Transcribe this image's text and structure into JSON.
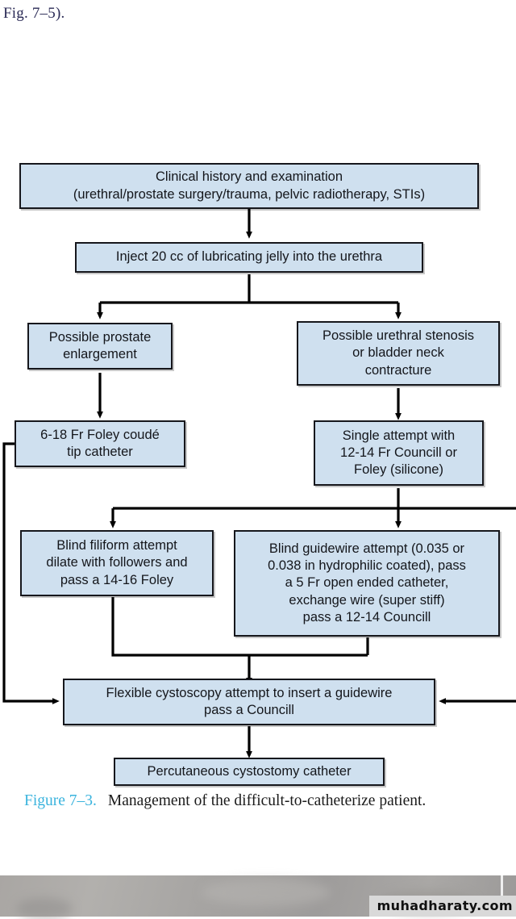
{
  "running_text": "Fig. 7–5).",
  "caption": {
    "figure_number": "Figure 7–3.",
    "text": "Management of the difficult-to-catheterize patient.",
    "figno_color": "#3ab3dd"
  },
  "watermark": {
    "text": "muhadharaty.com"
  },
  "style": {
    "node_fill": "#cfe0ef",
    "node_border": "#16171c",
    "connector_color": "#000000"
  },
  "chart_data": {
    "type": "diagram",
    "title": "Management of the difficult-to-catheterize patient",
    "nodes": [
      {
        "id": "n1",
        "label": "Clinical history and examination\n(urethral/prostate surgery/trauma, pelvic radiotherapy, STIs)",
        "line1": "Clinical history and examination",
        "line2": "(urethral/prostate surgery/trauma, pelvic radiotherapy, STIs)"
      },
      {
        "id": "n2",
        "label": "Inject 20 cc of lubricating jelly into the urethra",
        "line1": "Inject 20 cc of lubricating jelly into the urethra"
      },
      {
        "id": "n3",
        "label": "Possible prostate enlargement",
        "line1": "Possible prostate",
        "line2": "enlargement"
      },
      {
        "id": "n4",
        "label": "Possible urethral stenosis or bladder neck contracture",
        "line1": "Possible urethral stenosis",
        "line2": "or bladder neck",
        "line3": "contracture"
      },
      {
        "id": "n5",
        "label": "6-18 Fr Foley coudé tip catheter",
        "line1": "6-18 Fr Foley coudé",
        "line2": "tip catheter"
      },
      {
        "id": "n6",
        "label": "Single attempt with 12-14 Fr Councill or Foley (silicone)",
        "line1": "Single attempt with",
        "line2": "12-14 Fr Councill or",
        "line3": "Foley (silicone)"
      },
      {
        "id": "n7",
        "label": "Blind filiform attempt dilate with followers and pass a 14-16 Foley",
        "line1": "Blind filiform attempt",
        "line2": "dilate with followers and",
        "line3": "pass a 14-16 Foley"
      },
      {
        "id": "n8",
        "label": "Blind guidewire attempt (0.035 or 0.038 in hydrophilic coated), pass a 5 Fr open ended catheter, exchange wire (super stiff) pass a 12-14 Councill",
        "line1": "Blind guidewire attempt (0.035 or",
        "line2": "0.038 in hydrophilic coated), pass",
        "line3": "a 5 Fr open ended catheter,",
        "line4": "exchange wire (super stiff)",
        "line5": "pass a 12-14 Councill"
      },
      {
        "id": "n9",
        "label": "Flexible cystoscopy attempt to insert a guidewire pass a Councill",
        "line1": "Flexible cystoscopy attempt to insert a guidewire",
        "line2": "pass a Councill"
      },
      {
        "id": "n10",
        "label": "Percutaneous cystostomy catheter",
        "line1": "Percutaneous cystostomy catheter"
      }
    ],
    "edges": [
      {
        "from": "n1",
        "to": "n2",
        "type": "arrow-down"
      },
      {
        "from": "n2",
        "to": "n3",
        "type": "split-left"
      },
      {
        "from": "n2",
        "to": "n4",
        "type": "split-right"
      },
      {
        "from": "n3",
        "to": "n5",
        "type": "arrow-down"
      },
      {
        "from": "n4",
        "to": "n6",
        "type": "arrow-down"
      },
      {
        "from": "n6",
        "to": "n7",
        "type": "split-left"
      },
      {
        "from": "n6",
        "to": "n8",
        "type": "arrow-down"
      },
      {
        "from": "n7",
        "to": "n9",
        "type": "elbow-down"
      },
      {
        "from": "n8",
        "to": "n9",
        "type": "elbow-down"
      },
      {
        "from": "n5",
        "to": "n9",
        "type": "left-loop-arrow"
      },
      {
        "from": "n6",
        "to": "n9",
        "type": "right-loop-arrow"
      },
      {
        "from": "n9",
        "to": "n10",
        "type": "arrow-down"
      }
    ]
  }
}
